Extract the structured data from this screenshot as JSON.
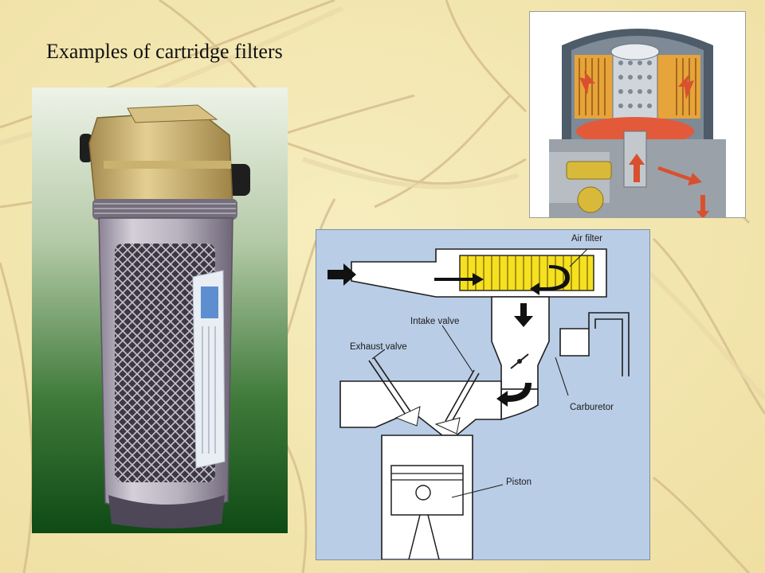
{
  "slide": {
    "title": "Examples of cartridge filters"
  },
  "diagram": {
    "labels": {
      "air_filter": "Air filter",
      "intake_valve": "Intake valve",
      "exhaust_valve": "Exhaust valve",
      "carburetor": "Carburetor",
      "piston": "Piston"
    }
  },
  "colors": {
    "background": "#f3e8b4",
    "photo_gradient_top": "#e9efe4",
    "photo_gradient_bottom": "#104c16",
    "diagram_bg": "#bacde6",
    "filter_yellow": "#f6e020",
    "oil_filter_orange": "#e6a43a"
  }
}
